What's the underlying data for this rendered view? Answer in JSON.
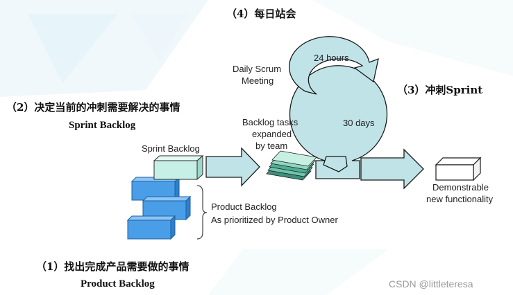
{
  "labels": {
    "step4": "（4）每日站会",
    "step3": "（3）冲刺Sprint",
    "step2_cn": "（2）决定当前的冲刺需要解决的事情",
    "step2_en": "Sprint Backlog",
    "step1_cn": "（1）找出完成产品需要做的事情",
    "step1_en": "Product Backlog",
    "hours": "24 hours",
    "days": "30 days",
    "daily_scrum_1": "Daily Scrum",
    "daily_scrum_2": "Meeting",
    "tasks_1": "Backlog tasks",
    "tasks_2": "expanded",
    "tasks_3": "by team",
    "sprint_backlog": "Sprint Backlog",
    "product_backlog_1": "Product Backlog",
    "product_backlog_2": "As prioritized by Product Owner",
    "demo_1": "Demonstrable",
    "demo_2": "new functionality"
  },
  "watermark": "CSDN @littleteresa",
  "colors": {
    "flow_fill": "#bfe3e7",
    "flow_stroke": "#1a1a1a",
    "product_block": "#4a9ee8",
    "sprint_block": "#c6efe6",
    "background_accent": "#e3f2f8"
  }
}
